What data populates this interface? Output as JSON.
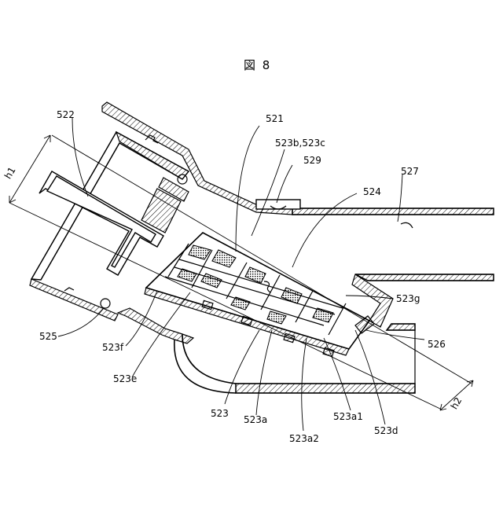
{
  "figure": {
    "title": "図 8"
  },
  "labels": {
    "l521": "521",
    "l522": "522",
    "l523b": "523b,523c",
    "l529": "529",
    "l527": "527",
    "l524": "524",
    "lh1": "h1",
    "l523g": "523g",
    "l525": "525",
    "l526": "526",
    "l523f": "523f",
    "l523e": "523e",
    "lh2": "h2",
    "l523": "523",
    "l523a": "523a",
    "l523a1": "523a1",
    "l523a2": "523a2",
    "l523d": "523d"
  }
}
